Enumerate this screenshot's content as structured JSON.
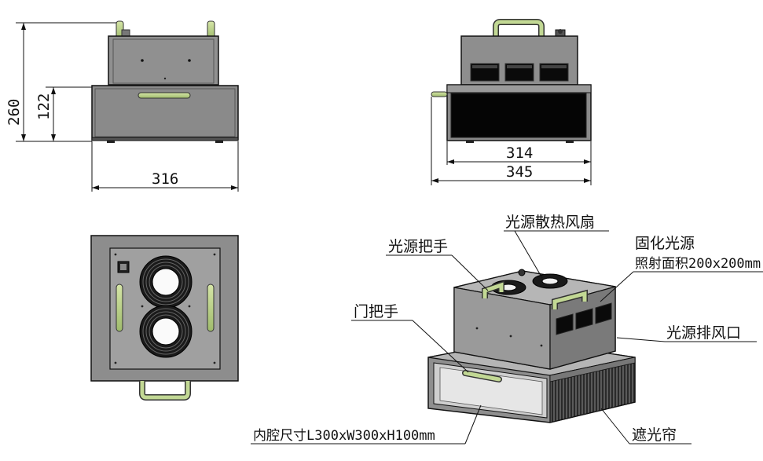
{
  "dimensions": {
    "front_total_height": "260",
    "front_lower_height": "122",
    "front_width": "316",
    "side_inner_width": "314",
    "side_outer_width": "345"
  },
  "callouts": {
    "fan": "光源散热风扇",
    "handle": "光源把手",
    "area_line1": "固化光源",
    "area_line2": "照射面积200x200mm",
    "door_handle": "门把手",
    "exhaust": "光源排风口",
    "curtain": "遮光帘",
    "cavity": "内腔尺寸L300xW300xH100mm"
  },
  "colors": {
    "body_fill": "#8e8e8e",
    "body_dark": "#6b6b6b",
    "handle_green": "#b9d08a",
    "black_panel": "#0a0a0a",
    "line": "#111111"
  }
}
